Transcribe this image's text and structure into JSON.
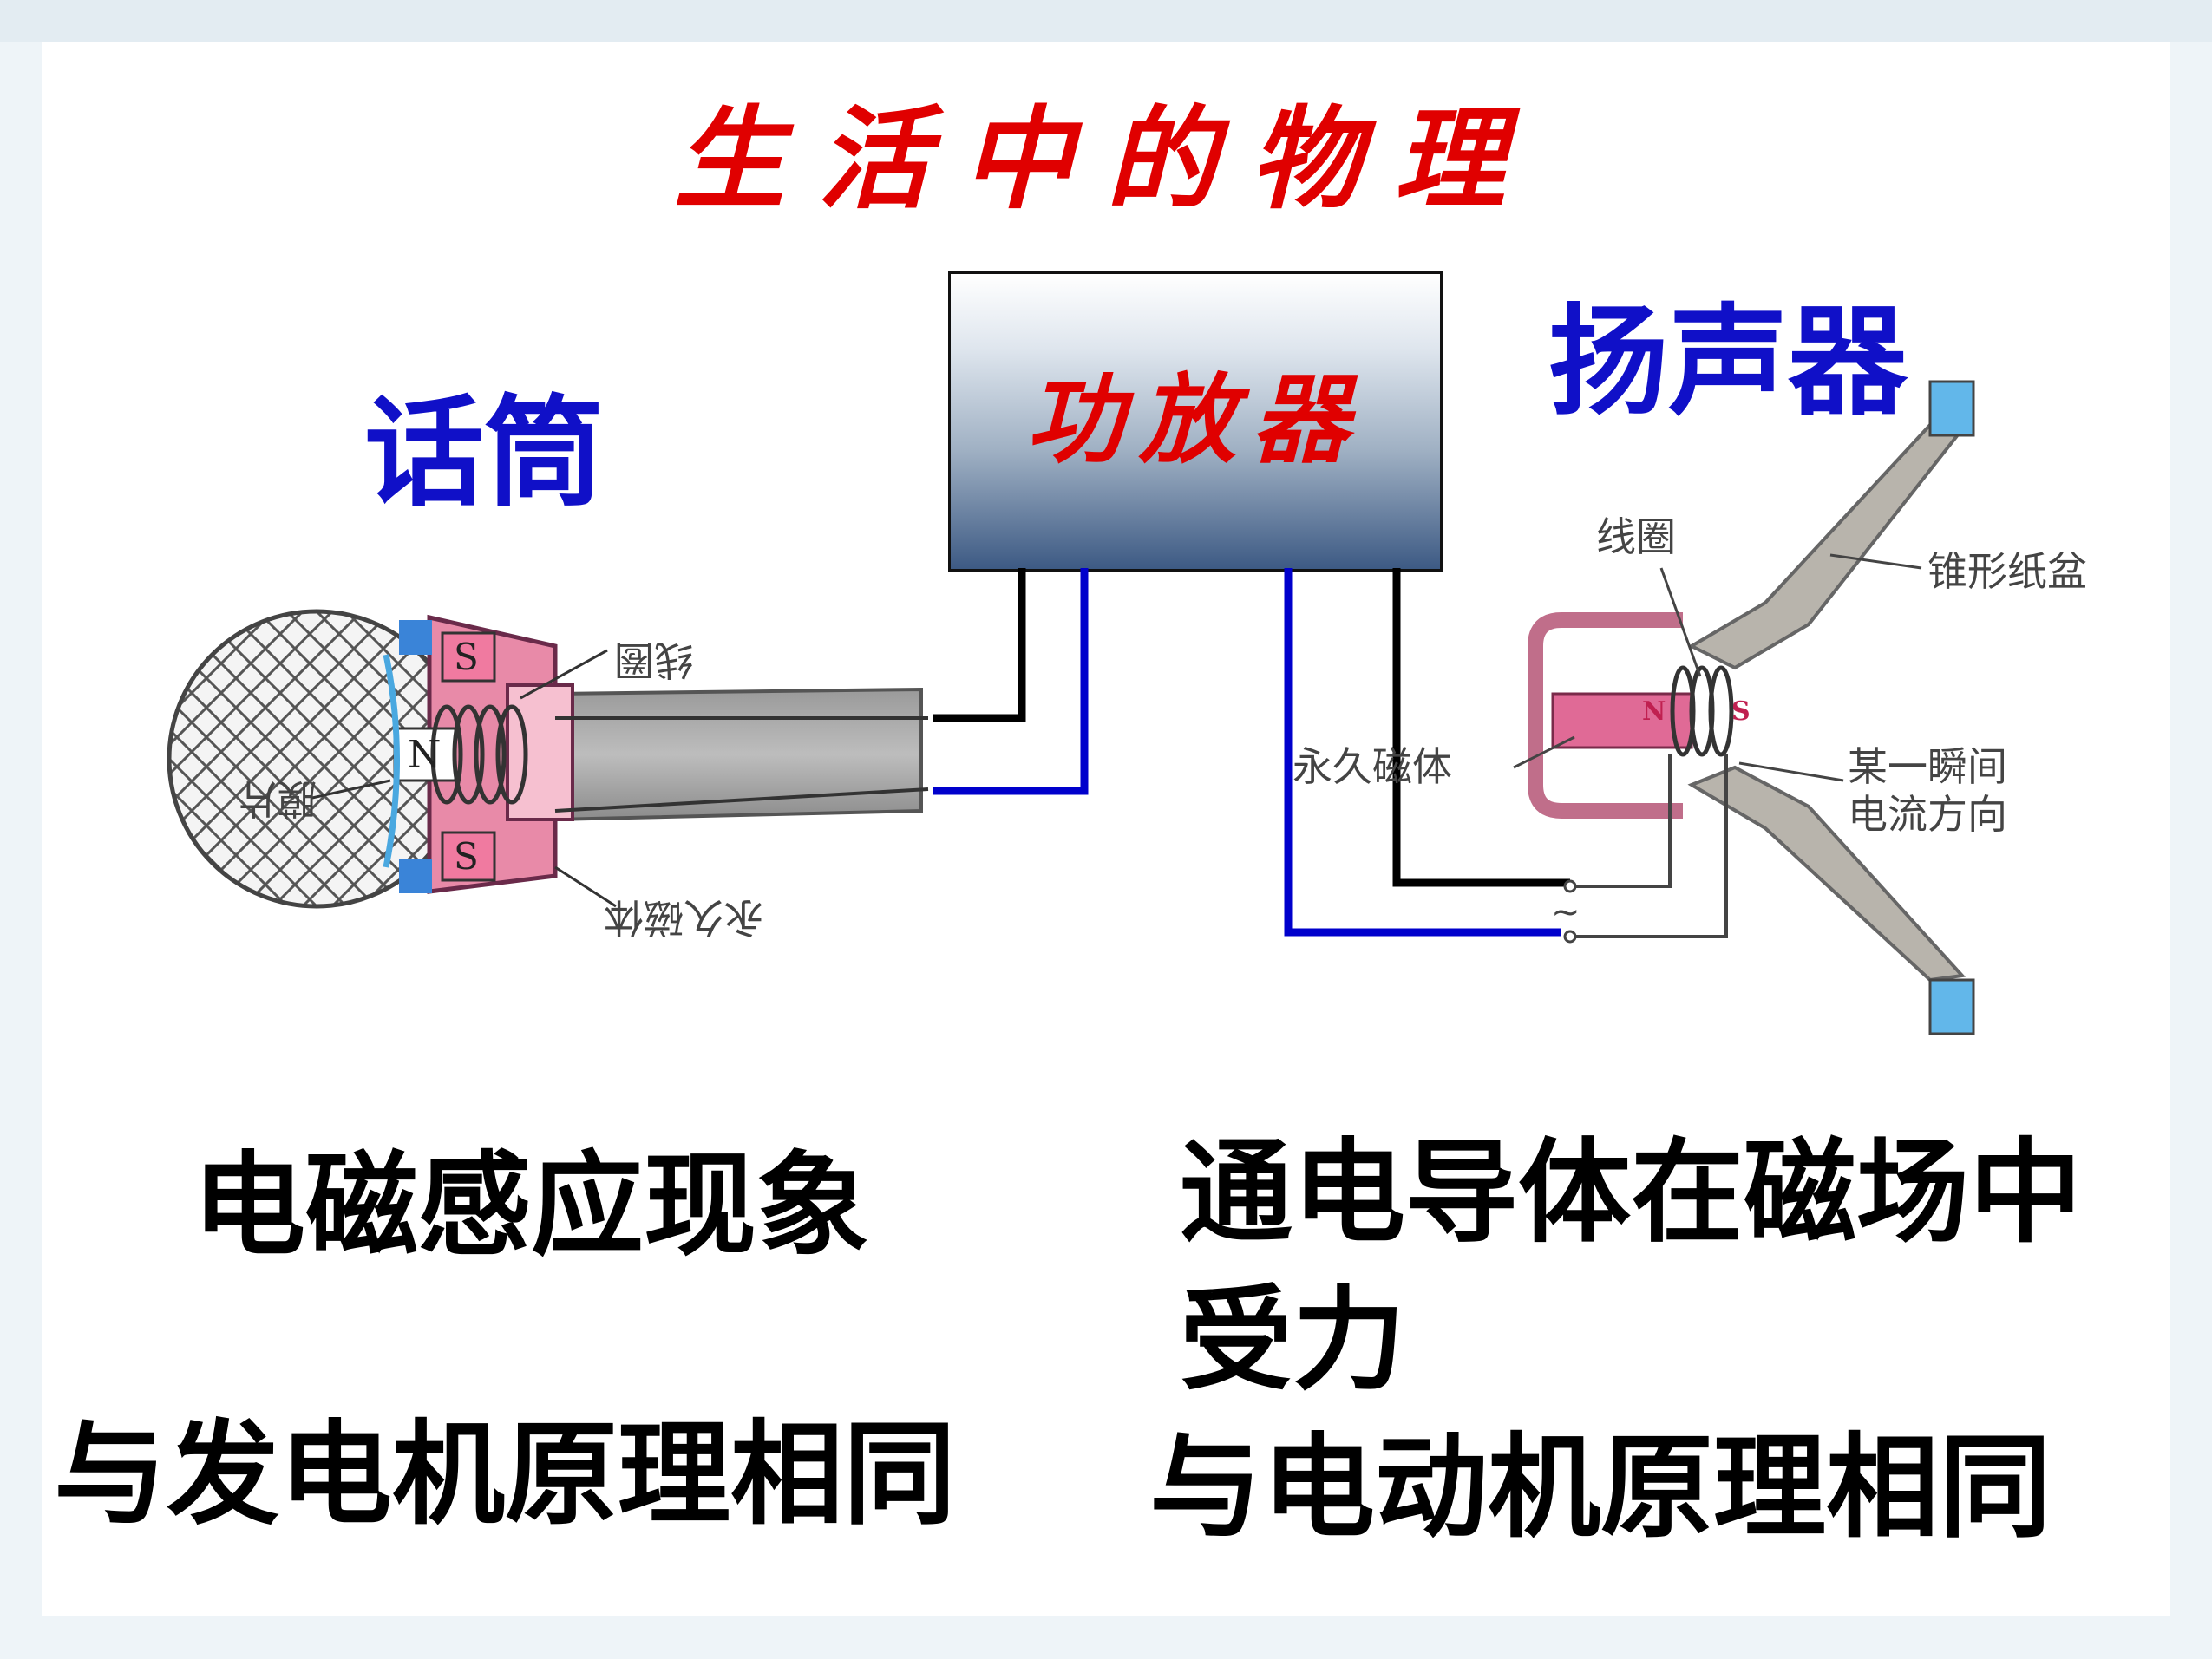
{
  "title": "生活中的物理",
  "microphone": {
    "label": "话筒",
    "parts": {
      "coil": "线圈",
      "diaphragm": "膜片",
      "magnet": "永久磁体"
    },
    "pole_n": "N",
    "pole_s_top": "S",
    "pole_s_bottom": "S"
  },
  "amplifier": {
    "label": "功放器"
  },
  "speaker": {
    "label": "扬声器",
    "parts": {
      "coil": "线圈",
      "cone": "锥形纸盆",
      "magnet": "永久磁体",
      "current_line1": "某一瞬间",
      "current_line2": "电流方向"
    },
    "pole_n": "N",
    "pole_s": "S",
    "ac_symbol": "~"
  },
  "left_principle": "电磁感应现象",
  "left_same": "与发电机原理相同",
  "right_principle_line1": "通电导体在磁场中",
  "right_principle_line2": "受力",
  "right_same": "与电动机原理相同",
  "colors": {
    "title": "#e00000",
    "label": "#1010c8",
    "wire_blue": "#0000cc",
    "wire_black": "#000000"
  }
}
